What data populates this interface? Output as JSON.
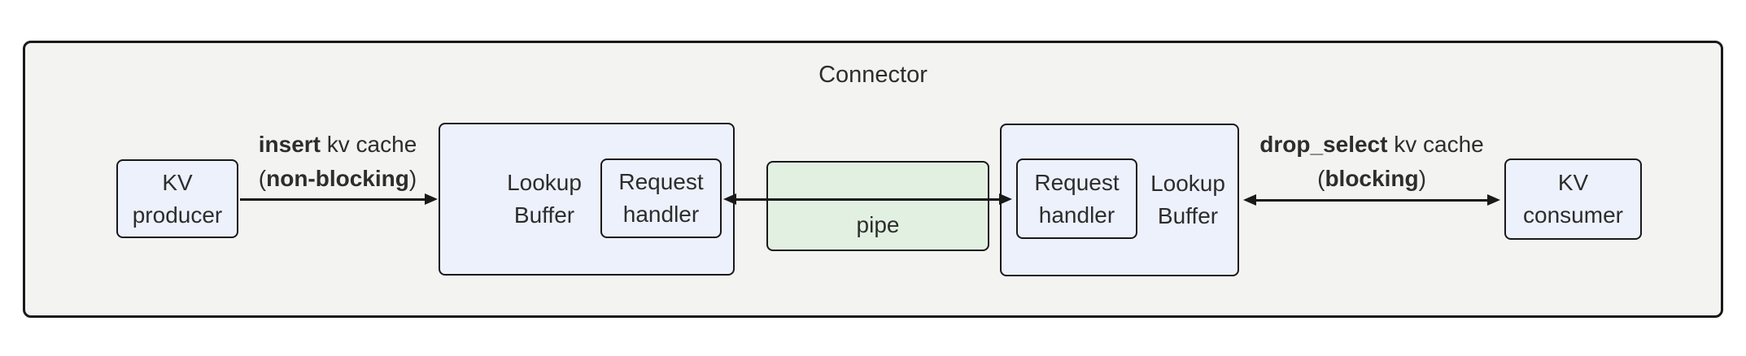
{
  "diagram": {
    "title": "Connector",
    "nodes": {
      "kv_producer": "KV\nproducer",
      "lookup_buffer_left": "Lookup\nBuffer",
      "request_handler_left": "Request\nhandler",
      "pipe": "pipe",
      "request_handler_right": "Request\nhandler",
      "lookup_buffer_right": "Lookup\nBuffer",
      "kv_consumer": "KV\nconsumer"
    },
    "edges": {
      "insert": {
        "line1_bold": "insert",
        "line1_rest": " kv cache",
        "line2_open": "(",
        "line2_bold": "non-blocking",
        "line2_close": ")"
      },
      "drop_select": {
        "line1_bold": "drop_select",
        "line1_rest": " kv cache",
        "line2_open": "(",
        "line2_bold": "blocking",
        "line2_close": ")"
      }
    },
    "colors": {
      "container_fill": "#f3f3f2",
      "node_fill": "#edf1fb",
      "pipe_fill": "#e2f0e2",
      "border": "#191919",
      "text": "#2d2d2d"
    }
  }
}
